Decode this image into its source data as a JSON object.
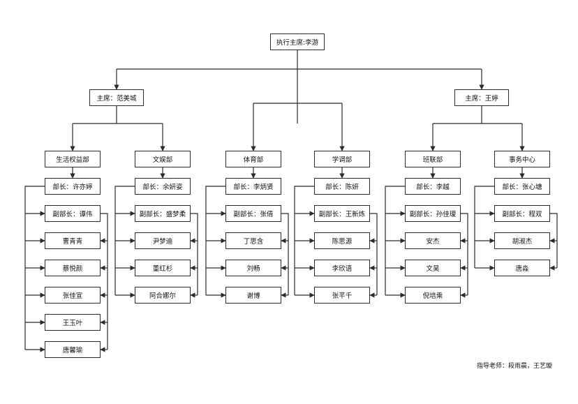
{
  "root": "执行主席:李游",
  "chairs": [
    {
      "label": "主席：范美城",
      "departments": [
        {
          "label": "生活权益部",
          "head": "部长：许亦婷",
          "members": [
            "副部长：谭伟",
            "曹青青",
            "蔡悦颜",
            "张佳宣",
            "王玉叶",
            "唐馨瑜"
          ]
        },
        {
          "label": "文娱部",
          "head": "部长：余妍姿",
          "members": [
            "副部长：盛梦柔",
            "尹梦迪",
            "董红杉",
            "阿合娜尔"
          ]
        }
      ]
    },
    {
      "label": "",
      "departments": [
        {
          "label": "体育部",
          "head": "部长：李炳贤",
          "members": [
            "副部长：张倩",
            "丁思含",
            "刘畅",
            "谢博"
          ]
        },
        {
          "label": "学调部",
          "head": "部长：陈妍",
          "members": [
            "副部长：王新炼",
            "陈思源",
            "李欣语",
            "张芊千"
          ]
        }
      ]
    },
    {
      "label": "主席：王婷",
      "departments": [
        {
          "label": "班联部",
          "head": "部长：李越",
          "members": [
            "副部长：孙佳瑷",
            "安杰",
            "文昊",
            "倪培乘"
          ]
        },
        {
          "label": "事务中心",
          "head": "部长：张心塘",
          "members": [
            "副部长：程双",
            "胡淑杰",
            "唐淼"
          ]
        }
      ]
    }
  ],
  "footer": "指导老师：段雨晨，王艺璇"
}
